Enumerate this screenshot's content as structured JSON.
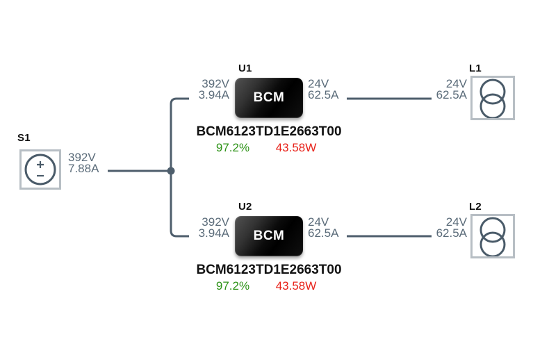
{
  "colors": {
    "wire": "#4e5e6c",
    "value_text": "#5a6b79",
    "label_text": "#101010",
    "efficiency_green": "#2e9318",
    "power_loss_red": "#e8231b",
    "component_border": "#b7bec4",
    "module_background": "#000000",
    "module_text": "#ffffff"
  },
  "source": {
    "ref": "S1",
    "voltage": "392V",
    "current": "7.88A",
    "values": "392V\n7.88A"
  },
  "converters": [
    {
      "ref": "U1",
      "module_label": "BCM",
      "input_voltage": "392V",
      "input_current": "3.94A",
      "input_values": "392V\n3.94A",
      "output_voltage": "24V",
      "output_current": "62.5A",
      "output_values": "24V\n62.5A",
      "part_number": "BCM6123TD1E2663T00",
      "efficiency": "97.2%",
      "power_loss": "43.58W"
    },
    {
      "ref": "U2",
      "module_label": "BCM",
      "input_voltage": "392V",
      "input_current": "3.94A",
      "input_values": "392V\n3.94A",
      "output_voltage": "24V",
      "output_current": "62.5A",
      "output_values": "24V\n62.5A",
      "part_number": "BCM6123TD1E2663T00",
      "efficiency": "97.2%",
      "power_loss": "43.58W"
    }
  ],
  "loads": [
    {
      "ref": "L1",
      "voltage": "24V",
      "current": "62.5A",
      "values": "24V\n62.5A"
    },
    {
      "ref": "L2",
      "voltage": "24V",
      "current": "62.5A",
      "values": "24V\n62.5A"
    }
  ]
}
